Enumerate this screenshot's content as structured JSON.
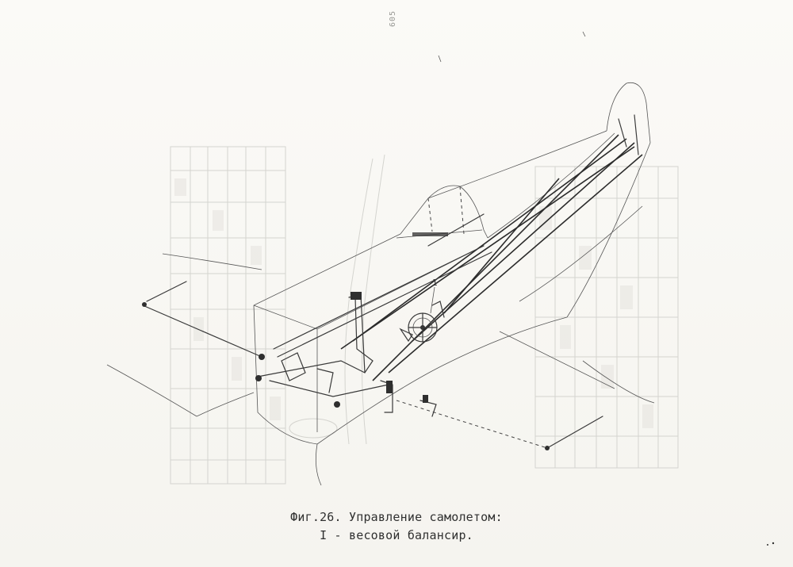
{
  "page": {
    "page_number": "605"
  },
  "figure": {
    "caption_line1": "Фиг.26. Управление самолетом:",
    "caption_line2": "I - весовой балансир.",
    "callout_label": "1"
  }
}
